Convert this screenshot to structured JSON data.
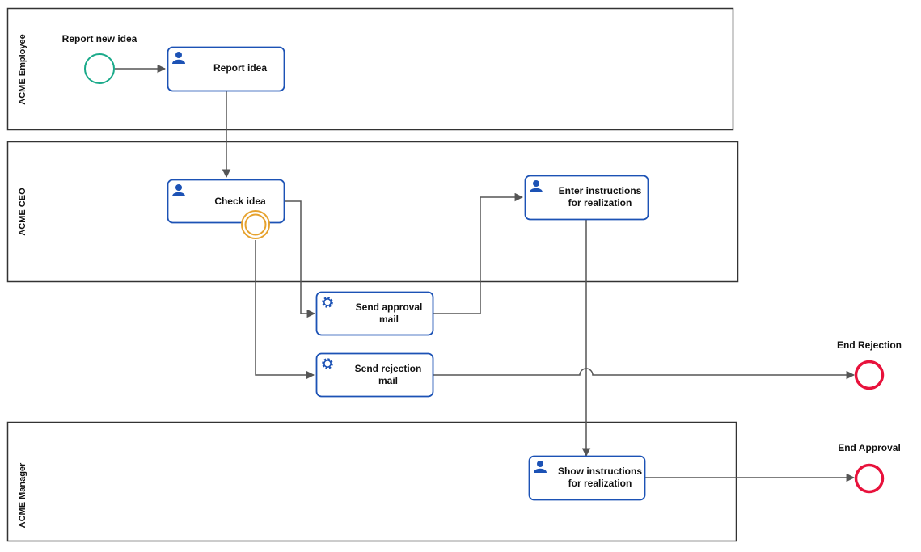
{
  "lanes": {
    "employee": {
      "title": "ACME Employee"
    },
    "ceo": {
      "title": "ACME CEO"
    },
    "manager": {
      "title": "ACME Manager"
    }
  },
  "events": {
    "start": {
      "label": "Report new idea",
      "kind": "start"
    },
    "boundary": {
      "kind": "intermediate-boundary"
    },
    "end_rejection": {
      "label": "End Rejection",
      "kind": "end"
    },
    "end_approval": {
      "label": "End Approval",
      "kind": "end"
    }
  },
  "tasks": {
    "report_idea": {
      "lines": [
        "Report idea"
      ],
      "icon": "user-task-icon"
    },
    "check_idea": {
      "lines": [
        "Check idea"
      ],
      "icon": "user-task-icon"
    },
    "send_approval": {
      "lines": [
        "Send approval",
        "mail"
      ],
      "icon": "service-task-icon"
    },
    "send_rejection": {
      "lines": [
        "Send rejection",
        "mail"
      ],
      "icon": "service-task-icon"
    },
    "enter_instructions": {
      "lines": [
        "Enter instructions",
        "for realization"
      ],
      "icon": "user-task-icon"
    },
    "show_instructions": {
      "lines": [
        "Show instructions",
        "for realization"
      ],
      "icon": "user-task-icon"
    }
  },
  "colors": {
    "lane_border": "#333333",
    "task_border": "#1c52b5",
    "icon": "#1c52b5",
    "start_event": "#1aaa8a",
    "boundary_event": "#e6a22e",
    "end_event": "#e8123c",
    "flow": "#555555"
  }
}
